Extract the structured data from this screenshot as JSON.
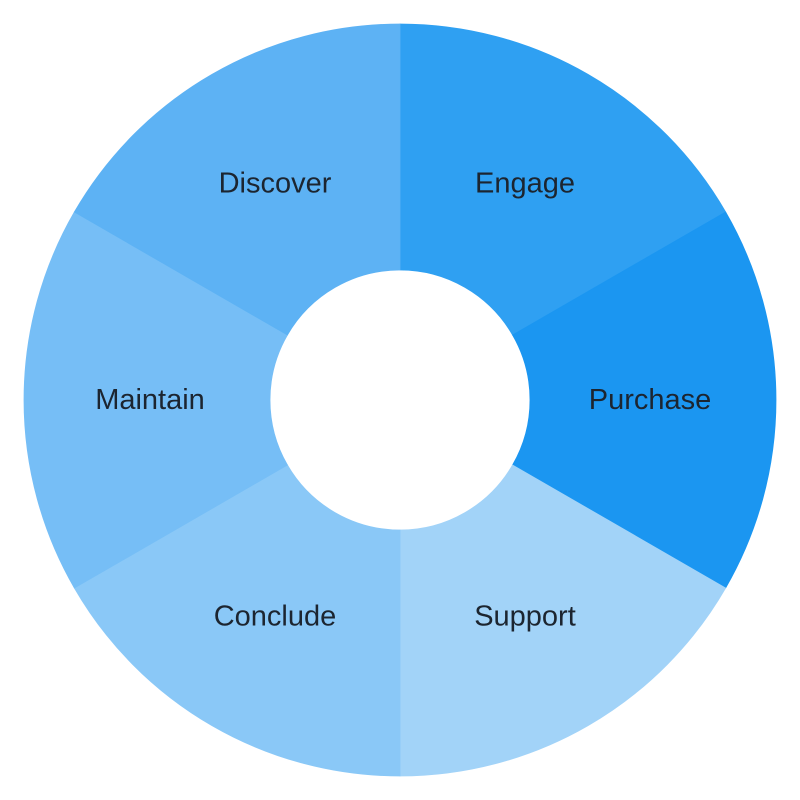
{
  "diagram": {
    "type": "cycle-donut",
    "segments": [
      {
        "label": "Engage",
        "color": "#2fa0f2"
      },
      {
        "label": "Purchase",
        "color": "#1b96f1"
      },
      {
        "label": "Support",
        "color": "#a2d3f8"
      },
      {
        "label": "Conclude",
        "color": "#8ac8f7"
      },
      {
        "label": "Maintain",
        "color": "#76bef6"
      },
      {
        "label": "Discover",
        "color": "#5db2f4"
      }
    ]
  }
}
